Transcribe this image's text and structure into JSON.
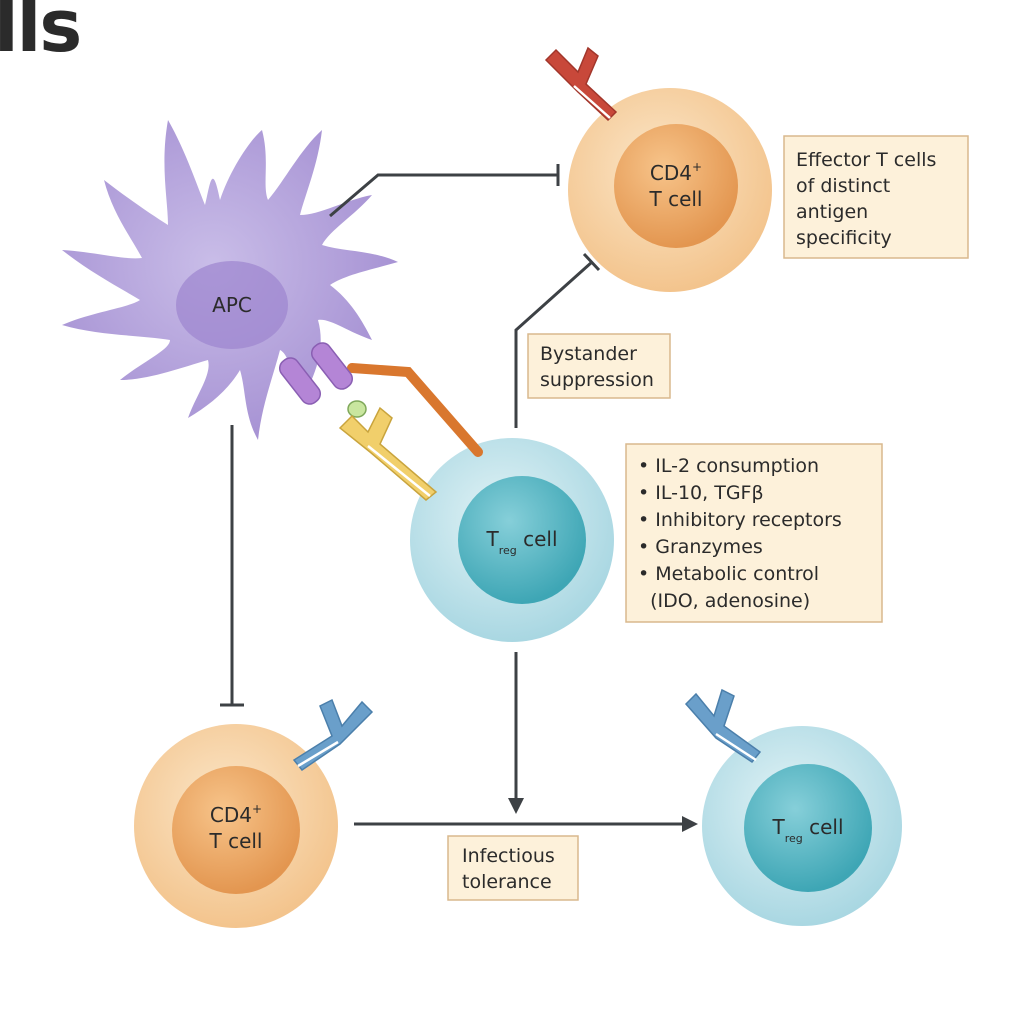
{
  "heading": "lls",
  "apc": {
    "label": "APC"
  },
  "cd4_top": {
    "line1": "CD4",
    "sup": "+",
    "line2": "T cell"
  },
  "cd4_bottom": {
    "line1": "CD4",
    "sup": "+",
    "line2": "T cell"
  },
  "treg_center": {
    "main": "T",
    "sub": "reg",
    "tail": " cell"
  },
  "treg_right": {
    "main": "T",
    "sub": "reg",
    "tail": " cell"
  },
  "effector_box": {
    "lines": [
      "Effector T cells",
      "of distinct",
      "antigen",
      "specificity"
    ]
  },
  "bystander_box": {
    "lines": [
      "Bystander",
      "suppression"
    ]
  },
  "mechanisms_box": {
    "lines": [
      "• IL-2 consumption",
      "• IL-10, TGFβ",
      "• Inhibitory receptors",
      "• Granzymes",
      "• Metabolic control",
      "  (IDO, adenosine)"
    ]
  },
  "infectious_box": {
    "lines": [
      "Infectious",
      "tolerance"
    ]
  },
  "colors": {
    "apc": "#b9a8dc",
    "apc_dark": "#8f78c2",
    "cd4_outer": "#f6cf9f",
    "cd4_inner": "#eba464",
    "treg_outer": "#bfe2ea",
    "treg_inner": "#58b6c4",
    "box_fill": "#fdf1da",
    "box_stroke": "#d9b88d",
    "line": "#3d4145",
    "tcr_red": "#c8483a",
    "tcr_blue": "#6a9fca",
    "mhc_purple": "#b485d6",
    "tcr_yellow": "#f1cf6b",
    "orange": "#d9772e",
    "peptide": "#c9e69f"
  }
}
